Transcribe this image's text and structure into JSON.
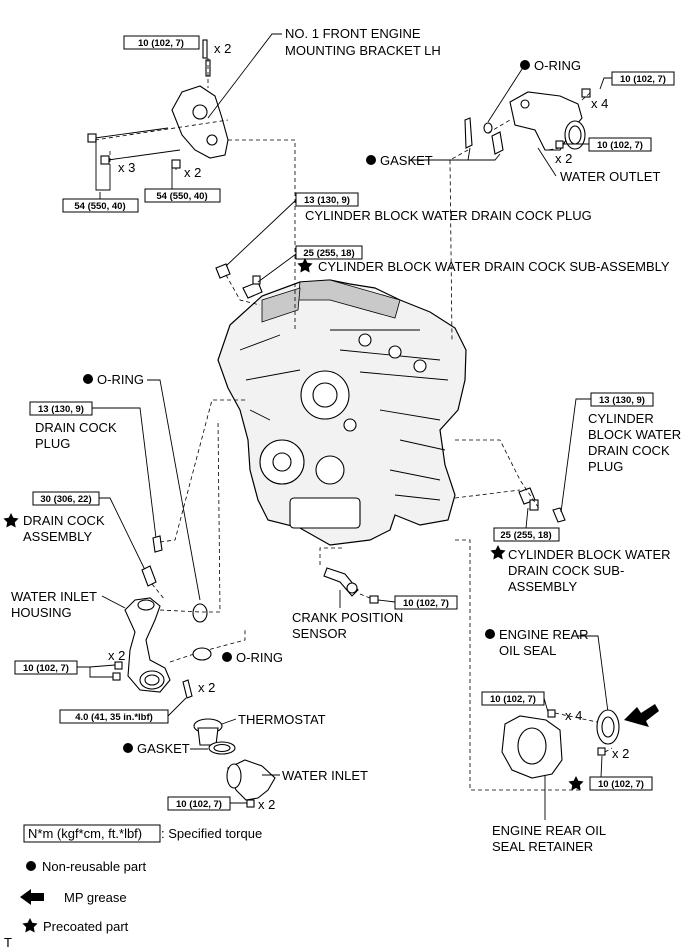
{
  "labels": {
    "bracket_1": "NO. 1 FRONT ENGINE",
    "bracket_2": "MOUNTING BRACKET LH",
    "oring_top": "O-RING",
    "gasket_top": "GASKET",
    "water_outlet": "WATER OUTLET",
    "drain_plug_top": "CYLINDER BLOCK WATER DRAIN COCK PLUG",
    "drain_sub_top": "CYLINDER BLOCK WATER DRAIN COCK SUB-ASSEMBLY",
    "oring_left": "O-RING",
    "drain_cock_plug_1": "DRAIN COCK",
    "drain_cock_plug_2": "PLUG",
    "drain_cock_asm_1": "DRAIN COCK",
    "drain_cock_asm_2": "ASSEMBLY",
    "water_inlet_housing_1": "WATER INLET",
    "water_inlet_housing_2": "HOUSING",
    "oring_mid": "O-RING",
    "thermostat": "THERMOSTAT",
    "gasket_bottom": "GASKET",
    "water_inlet": "WATER INLET",
    "crank_sensor_1": "CRANK POSITION",
    "crank_sensor_2": "SENSOR",
    "right_plug_1": "CYLINDER",
    "right_plug_2": "BLOCK WATER",
    "right_plug_3": "DRAIN COCK",
    "right_plug_4": "PLUG",
    "right_sub_1": "CYLINDER BLOCK WATER",
    "right_sub_2": "DRAIN COCK SUB-",
    "right_sub_3": "ASSEMBLY",
    "rear_seal_1": "ENGINE REAR",
    "rear_seal_2": "OIL SEAL",
    "rear_retainer_1": "ENGINE REAR OIL",
    "rear_retainer_2": "SEAL RETAINER"
  },
  "torques": {
    "t_bracket_top": "10 (102, 7)",
    "t_bracket_l": "54 (550, 40)",
    "t_bracket_r": "54 (550, 40)",
    "t_outlet_top": "10 (102, 7)",
    "t_outlet_mid": "10 (102, 7)",
    "t_plug_top": "13 (130, 9)",
    "t_sub_top": "25 (255, 18)",
    "t_drain_plug_left": "13 (130, 9)",
    "t_drain_asm_left": "30 (306, 22)",
    "t_housing": "10 (102, 7)",
    "t_stud": "4.0 (41, 35 in.*lbf)",
    "t_water_inlet": "10 (102, 7)",
    "t_crank": "10 (102, 7)",
    "t_right_plug": "13 (130, 9)",
    "t_right_sub": "25 (255, 18)",
    "t_rear_retainer": "10 (102, 7)",
    "t_rear_bolt": "10 (102, 7)"
  },
  "quantities": {
    "q_bracket_top": "x 2",
    "q_bracket_l": "x 3",
    "q_bracket_r": "x 2",
    "q_outlet_top": "x 4",
    "q_outlet_mid": "x 2",
    "q_housing": "x 2",
    "q_stud": "x 2",
    "q_water_inlet": "x 2",
    "q_rear_retainer": "x 4",
    "q_rear_bolt": "x 2"
  },
  "legend": {
    "torque_box": "N*m (kgf*cm, ft.*lbf)",
    "torque_text": ": Specified torque",
    "nonreusable": "Non-reusable part",
    "mp_grease": "MP grease",
    "precoated": "Precoated part"
  },
  "footer_mark": "T"
}
